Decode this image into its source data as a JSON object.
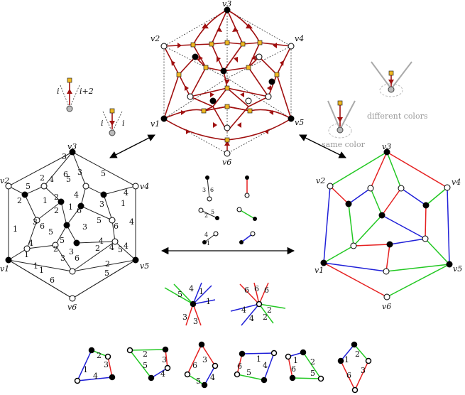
{
  "vertex_labels": {
    "top": [
      "v3",
      "v2",
      "v4",
      "v1",
      "v5",
      "v6"
    ],
    "left": [
      "v3",
      "v2",
      "v4",
      "v1",
      "v5",
      "v6"
    ],
    "right": [
      "v3",
      "v2",
      "v4",
      "v1",
      "v5",
      "v6"
    ]
  },
  "legend": {
    "i": "i",
    "i_plus_2": "i+2",
    "same_color": "same color",
    "different_colors": "different colors"
  },
  "edge_numbers_left": [
    "3",
    "2",
    "6",
    "3",
    "4",
    "5",
    "2",
    "1",
    "5",
    "4",
    "2",
    "5",
    "1",
    "4",
    "1",
    "3",
    "6",
    "5",
    "3",
    "4",
    "2",
    "6",
    "4",
    "3",
    "1",
    "6",
    "2",
    "4",
    "5",
    "3",
    "2",
    "5",
    "1",
    "4",
    "1",
    "3",
    "6",
    "2",
    "5",
    "5",
    "1",
    "4",
    "6"
  ],
  "small_numbers": [
    "3",
    "6",
    "2",
    "5",
    "1",
    "4"
  ],
  "stars": {
    "left": [
      "5",
      "4",
      "1",
      "1",
      "3",
      "3"
    ],
    "right": [
      "6",
      "6",
      "6",
      "4",
      "4",
      "2",
      "2"
    ]
  },
  "faces": [
    [
      "2",
      "3",
      "4",
      "1"
    ],
    [
      "2",
      "5",
      "4",
      "3"
    ],
    [
      "3",
      "6",
      "5",
      "4"
    ],
    [
      "1",
      "6",
      "5",
      "4"
    ],
    [
      "1",
      "2",
      "6",
      "5"
    ],
    [
      "1",
      "2",
      "6",
      "3"
    ]
  ],
  "colors": {
    "red": "#e52020",
    "green": "#22c822",
    "blue": "#2020d8",
    "dark_red": "#a01010",
    "square": "#f0b820"
  }
}
